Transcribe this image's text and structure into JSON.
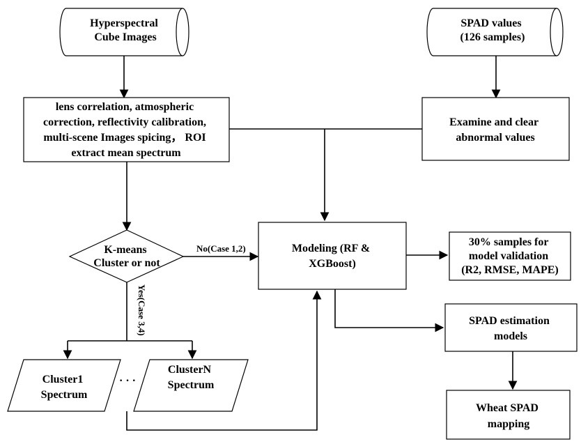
{
  "nodes": {
    "hyperspectral": {
      "lines": [
        "Hyperspectral",
        "Cube Images"
      ]
    },
    "spad_values": {
      "lines": [
        "SPAD values",
        "(126 samples)"
      ]
    },
    "preprocess": {
      "lines": [
        "lens correlation, atmospheric",
        "correction, reflectivity calibration,",
        "multi-scene Images spicing， ROI",
        "extract mean spectrum"
      ]
    },
    "examine": {
      "lines": [
        "Examine and clear",
        "abnormal values"
      ]
    },
    "kmeans": {
      "lines": [
        "K-means",
        "Cluster or not"
      ]
    },
    "modeling": {
      "lines": [
        "Modeling (RF &",
        "XGBoost)"
      ]
    },
    "validation": {
      "lines": [
        "30% samples for",
        "model validation",
        "(R2, RMSE, MAPE)"
      ]
    },
    "estimation": {
      "lines": [
        "SPAD estimation",
        "models"
      ]
    },
    "cluster1": {
      "lines": [
        "Cluster1",
        "Spectrum"
      ]
    },
    "clusterN": {
      "lines": [
        "ClusterN",
        "Spectrum"
      ]
    },
    "mapping": {
      "lines": [
        "Wheat SPAD",
        "mapping"
      ]
    }
  },
  "edge_labels": {
    "no": "No(Case 1,2)",
    "yes": "Yes(Case 3,4)"
  },
  "ellipsis": "· · ·"
}
